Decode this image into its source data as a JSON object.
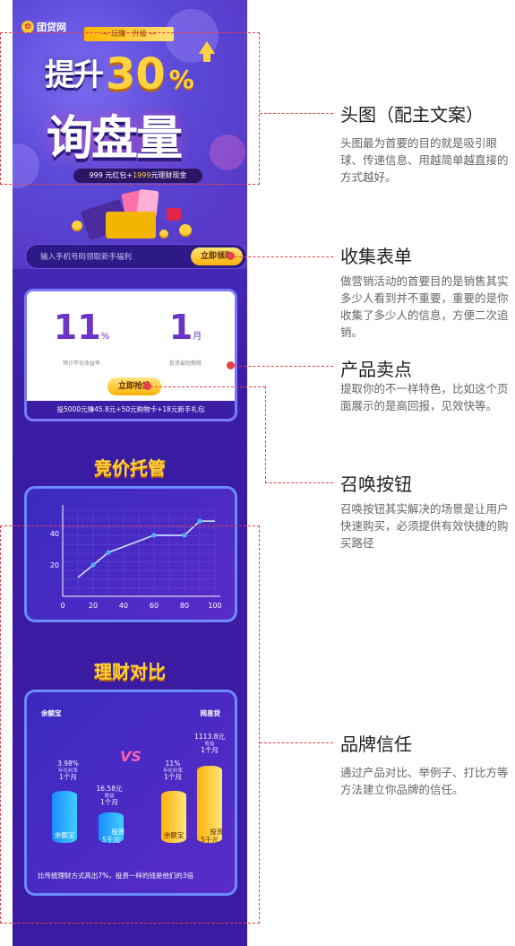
{
  "hero": {
    "logo_text": "团贷网",
    "ribbon_text": "— 玩赚 · 升级 —",
    "headline_prefix": "提升",
    "headline_number": "30",
    "headline_suffix": "%",
    "headline_main": "询盘量",
    "bonus_pill_a": "999 元红包+",
    "bonus_pill_b": "1999",
    "bonus_pill_c": "元理财现金"
  },
  "form": {
    "input_placeholder": "输入手机号码领取新手福利",
    "submit_label": "立即领取"
  },
  "selling": {
    "rate_value": "11",
    "rate_unit": "%",
    "rate_caption": "预计年化收益率",
    "term_value": "1",
    "term_unit": "月",
    "term_caption": "投资最短期限",
    "buy_label": "立即抢投",
    "footer_text": "投5000元赚45.8元+50元购物卡+18元新手礼包"
  },
  "section_bidding": {
    "title": "竞价托管"
  },
  "chart_data": {
    "type": "line",
    "x": [
      10,
      20,
      30,
      60,
      80,
      90,
      100
    ],
    "y": [
      12,
      20,
      28,
      39,
      39,
      48,
      48
    ],
    "xticks": [
      "0",
      "20",
      "40",
      "60",
      "80",
      "100"
    ],
    "yticks": [
      "20",
      "40"
    ],
    "xlim": [
      0,
      100
    ],
    "ylim": [
      0,
      55
    ],
    "grid": true
  },
  "section_compare": {
    "title": "理财对比"
  },
  "compare": {
    "left_brand": "余额宝",
    "right_brand": "网易贷",
    "vs": "VS",
    "yeb_rate": "3.98%",
    "yeb_rate_caption": "年化利率",
    "yeb_term": "1个月",
    "yeb_income": "16.58元",
    "yeb_income_caption": "收益",
    "yeb_income_term": "1个月",
    "yeb_bar_label": "余额宝",
    "yeb_invest_label": "投资\n5千元",
    "tuandai_rate": "11%",
    "tuandai_rate_caption": "年化利率",
    "tuandai_term": "1个月",
    "tuandai_income": "1113.8元",
    "tuandai_income_caption": "收益",
    "tuandai_income_term": "1个月",
    "tuandai_bar_label": "余额宝",
    "tuandai_invest_label": "投资\n5千元",
    "footer_text": "比传统理财方式高出7%，投资一样的钱是他们的3倍"
  },
  "annotations": [
    {
      "title": "头图（配主文案）",
      "body": "头图最为首要的目的就是吸引眼球、传递信息、用越简单越直接的方式越好。"
    },
    {
      "title": "收集表单",
      "body": "做营销活动的首要目的是销售其实多少人看到并不重要，重要的是你收集了多少人的信息，方便二次追销。"
    },
    {
      "title": "产品卖点",
      "body": "提取你的不一样特色，比如这个页面展示的是高回报，见效快等。"
    },
    {
      "title": "召唤按钮",
      "body": "召唤按钮其实解决的场景是让用户快速购买，必须提供有效快捷的购买路径"
    },
    {
      "title": "品牌信任",
      "body": "通过产品对比、举例子、打比方等方法建立你品牌的信任。"
    }
  ],
  "colors": {
    "annotation_red": "#e5414a",
    "accent_yellow": "#ffd33d",
    "purple": "#3b1da6"
  }
}
